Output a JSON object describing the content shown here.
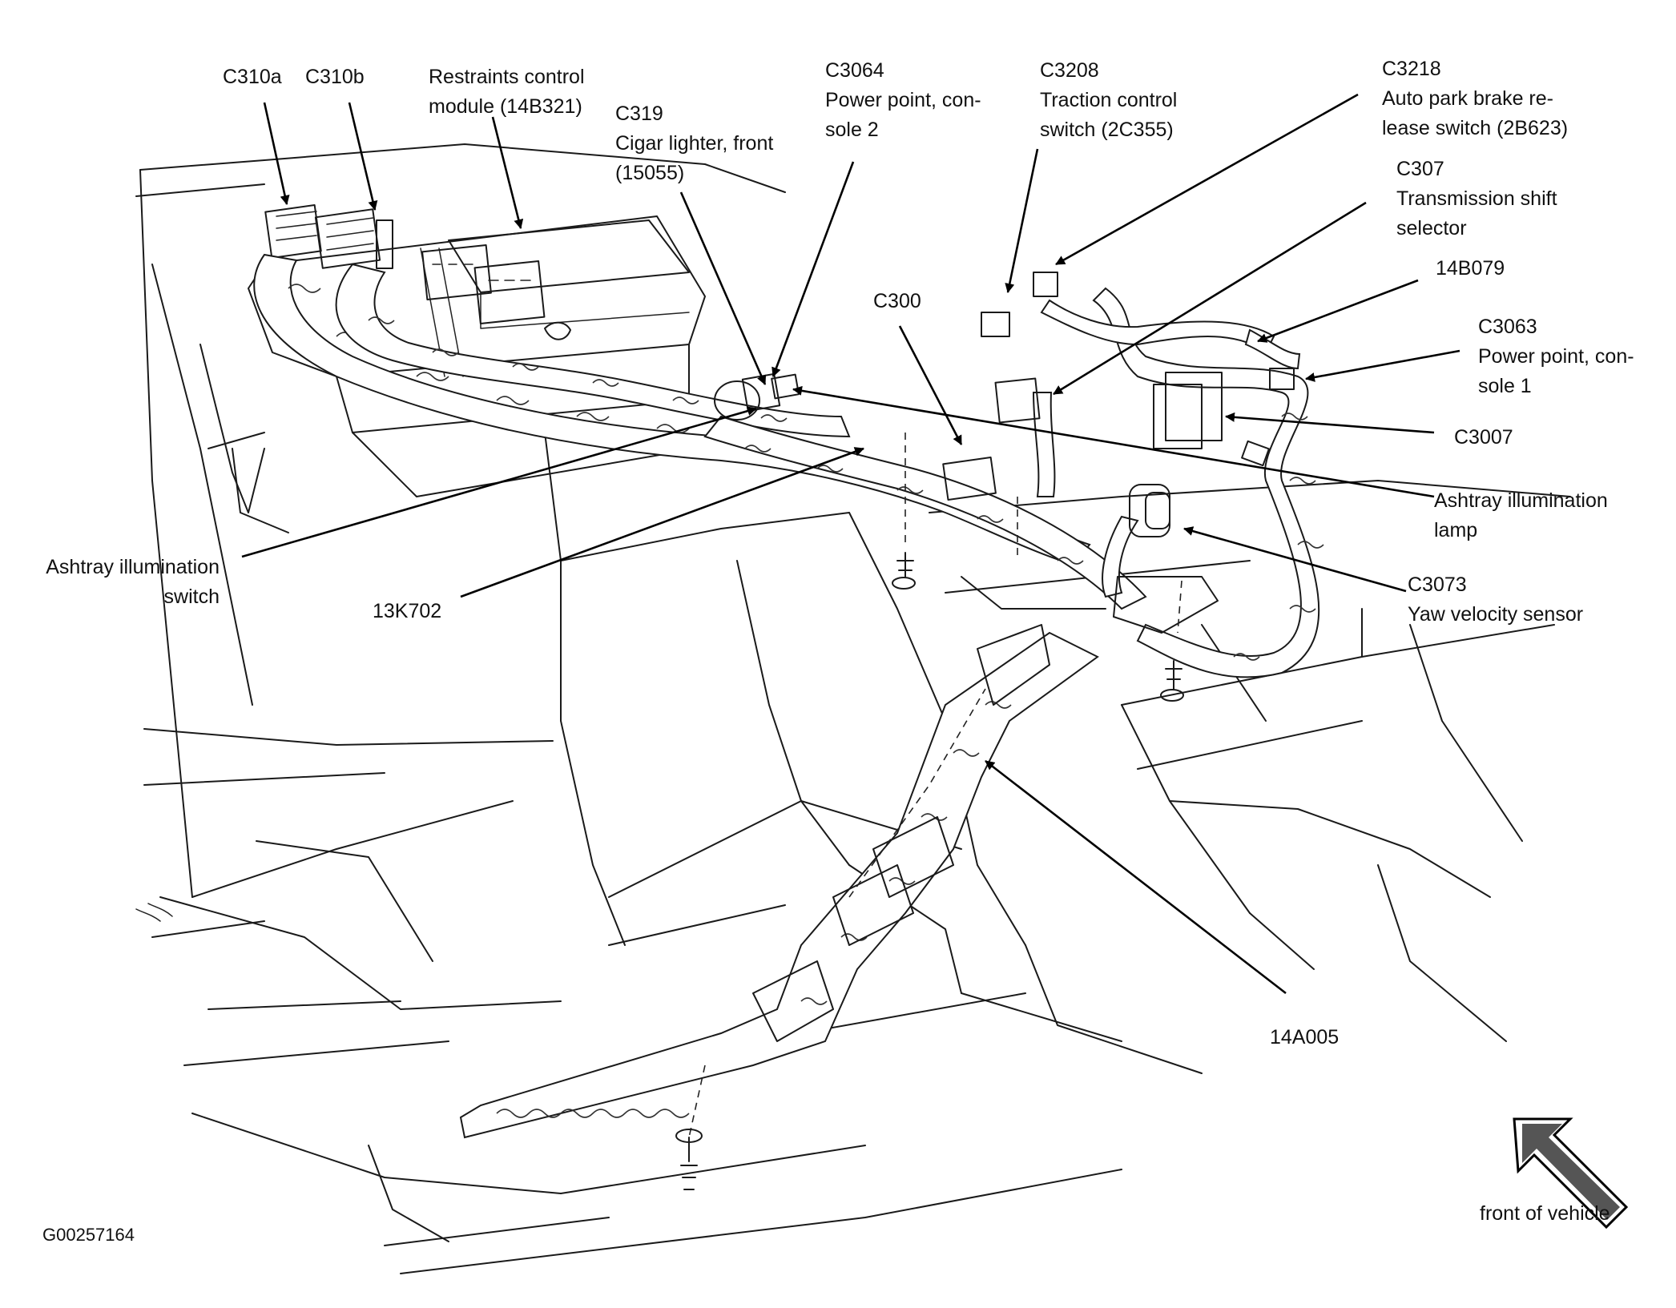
{
  "diagram": {
    "figure_id": "G00257164",
    "direction_label": "front of vehicle",
    "callouts": {
      "c310a": [
        "C310a"
      ],
      "c310b": [
        "C310b"
      ],
      "restraints": [
        "Restraints control",
        "module (14B321)"
      ],
      "c319": [
        "C319",
        "Cigar lighter, front",
        "(15055)"
      ],
      "c3064": [
        "C3064",
        "Power point, con-",
        "sole 2"
      ],
      "c3208": [
        "C3208",
        "Traction control",
        "switch (2C355)"
      ],
      "c3218": [
        "C3218",
        "Auto park brake re-",
        "lease switch (2B623)"
      ],
      "c307": [
        "C307",
        "Transmission shift",
        "selector"
      ],
      "p14b079": [
        "14B079"
      ],
      "c3063": [
        "C3063",
        "Power point, con-",
        "sole 1"
      ],
      "c300": [
        "C300"
      ],
      "c3007": [
        "C3007"
      ],
      "ash_lamp": [
        "Ashtray illumination",
        "lamp"
      ],
      "c3073": [
        "C3073",
        "Yaw velocity sensor"
      ],
      "ash_switch": [
        "Ashtray illumination",
        "switch"
      ],
      "p13k702": [
        "13K702"
      ],
      "p14a005": [
        "14A005"
      ]
    }
  }
}
